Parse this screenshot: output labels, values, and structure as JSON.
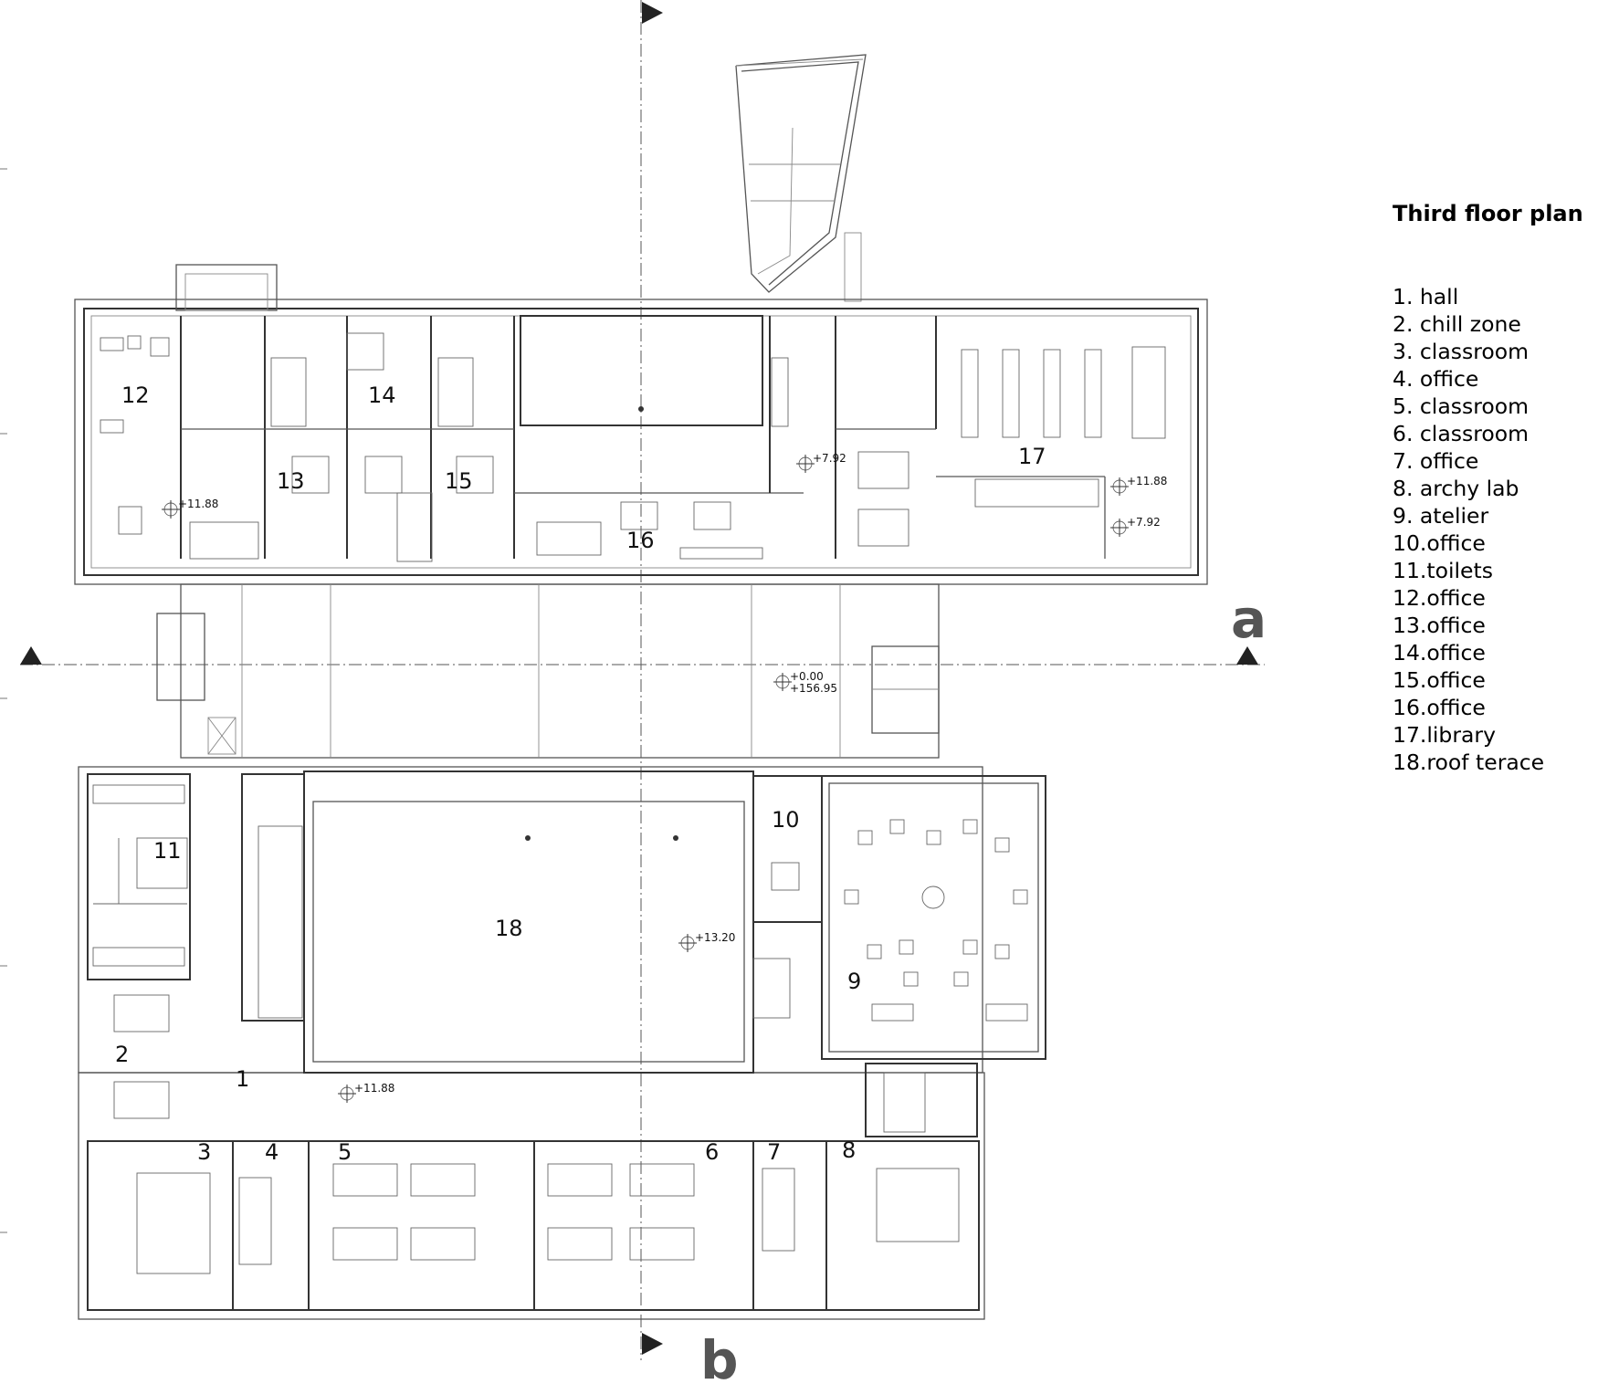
{
  "title": "Third floor plan",
  "legend": [
    "1. hall",
    "2. chill zone",
    "3. classroom",
    "4. office",
    "5. classroom",
    "6. classroom",
    "7. office",
    "8. archy lab",
    "9. atelier",
    "10.office",
    "11.toilets",
    "12.office",
    "13.office",
    "14.office",
    "15.office",
    "16.office",
    "17.library",
    "18.roof terace"
  ],
  "section_markers": {
    "a": "a",
    "b": "b"
  },
  "rooms": [
    {
      "label": "1"
    },
    {
      "label": "2"
    },
    {
      "label": "3"
    },
    {
      "label": "4"
    },
    {
      "label": "5"
    },
    {
      "label": "6"
    },
    {
      "label": "7"
    },
    {
      "label": "8"
    },
    {
      "label": "9"
    },
    {
      "label": "10"
    },
    {
      "label": "11"
    },
    {
      "label": "12"
    },
    {
      "label": "13"
    },
    {
      "label": "14"
    },
    {
      "label": "15"
    },
    {
      "label": "16"
    },
    {
      "label": "17"
    },
    {
      "label": "18"
    }
  ],
  "elevations": {
    "e1": "+11.88",
    "e2": "+7.92",
    "e3": "+11.88",
    "e4": "+7.92",
    "e5": "+0.00",
    "e6": "+156.95",
    "e7": "+13.20",
    "e8": "+11.88"
  }
}
